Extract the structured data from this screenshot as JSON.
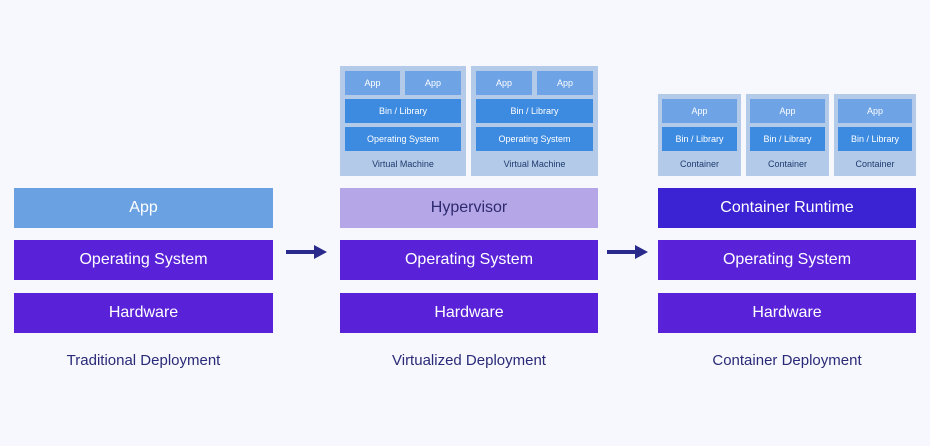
{
  "traditional": {
    "app": "App",
    "os": "Operating System",
    "hardware": "Hardware",
    "caption": "Traditional Deployment"
  },
  "virtualized": {
    "vms": [
      {
        "apps": [
          "App",
          "App"
        ],
        "bin": "Bin / Library",
        "os": "Operating System",
        "label": "Virtual Machine"
      },
      {
        "apps": [
          "App",
          "App"
        ],
        "bin": "Bin / Library",
        "os": "Operating System",
        "label": "Virtual Machine"
      }
    ],
    "hypervisor": "Hypervisor",
    "os": "Operating System",
    "hardware": "Hardware",
    "caption": "Virtualized Deployment"
  },
  "container": {
    "containers": [
      {
        "app": "App",
        "bin": "Bin / Library",
        "label": "Container"
      },
      {
        "app": "App",
        "bin": "Bin / Library",
        "label": "Container"
      },
      {
        "app": "App",
        "bin": "Bin / Library",
        "label": "Container"
      }
    ],
    "runtime": "Container Runtime",
    "os": "Operating System",
    "hardware": "Hardware",
    "caption": "Container Deployment"
  },
  "colors": {
    "purple": "#5a22d8",
    "app_blue": "#6aa1e2",
    "hypervisor": "#b5a6e7",
    "runtime": "#3b22d2",
    "panel": "#b3cbe8",
    "arrow": "#2a2a8c",
    "caption": "#2a2a78"
  }
}
